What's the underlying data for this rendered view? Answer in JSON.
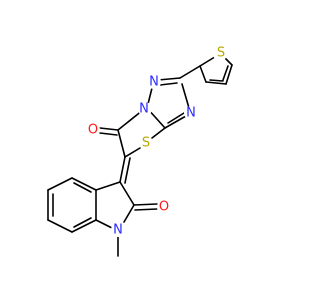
{
  "colors": {
    "bond": "#000000",
    "N": "#2a2aff",
    "O": "#ff1a1a",
    "S": "#b8a800",
    "C": "#000000"
  },
  "atoms": [
    {
      "id": "S_thio",
      "symbol": "S"
    },
    {
      "id": "N_a",
      "symbol": "N"
    },
    {
      "id": "N_b",
      "symbol": "N"
    },
    {
      "id": "N_c",
      "symbol": "N"
    },
    {
      "id": "O_ketone",
      "symbol": "O"
    },
    {
      "id": "S_ring",
      "symbol": "S"
    },
    {
      "id": "O_lactam",
      "symbol": "O"
    },
    {
      "id": "N_indole",
      "symbol": "N"
    }
  ],
  "bonds": [
    {
      "id": "b1"
    },
    {
      "id": "b2"
    },
    {
      "id": "b3"
    },
    {
      "id": "b4"
    },
    {
      "id": "b5"
    },
    {
      "id": "b6"
    },
    {
      "id": "b7"
    },
    {
      "id": "b8"
    },
    {
      "id": "b9"
    },
    {
      "id": "b10"
    },
    {
      "id": "b11"
    },
    {
      "id": "b12"
    },
    {
      "id": "b13"
    },
    {
      "id": "b14"
    },
    {
      "id": "b15"
    },
    {
      "id": "b16"
    },
    {
      "id": "b17"
    },
    {
      "id": "b18"
    },
    {
      "id": "b19"
    },
    {
      "id": "b20"
    },
    {
      "id": "b21"
    },
    {
      "id": "b22"
    },
    {
      "id": "b23"
    },
    {
      "id": "b24"
    },
    {
      "id": "b25"
    },
    {
      "id": "b26"
    }
  ]
}
